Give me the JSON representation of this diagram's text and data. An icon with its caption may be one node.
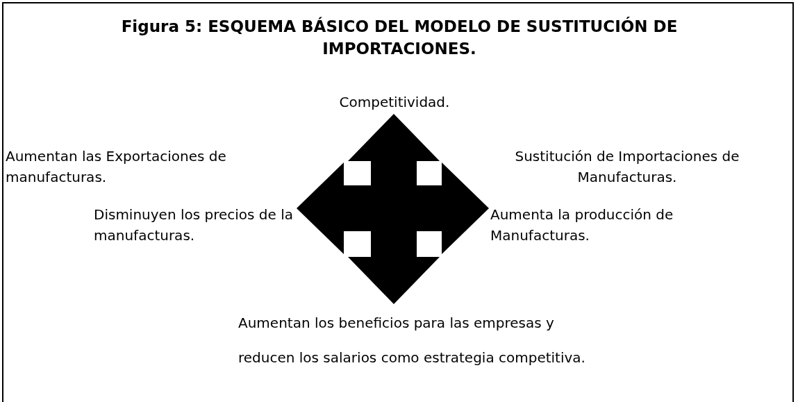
{
  "diagram": {
    "title": "Figura 5: ESQUEMA BÁSICO DEL MODELO DE SUSTITUCIÓN DE IMPORTACIONES.",
    "nodes": [
      {
        "text": [
          "Competitividad."
        ]
      },
      {
        "text": [
          "Disminuyen los precios de la manufacturas."
        ]
      },
      {
        "text": [
          "Aumenta la producción de Manufacturas."
        ]
      },
      {
        "text": [
          "Aumentan los beneficios para las empresas y reducen los salarios como estrategia competitiva."
        ]
      }
    ],
    "edges": [
      {
        "from": null,
        "to": 0,
        "arrow": "to"
      },
      {
        "from": null,
        "to": 1,
        "arrow": "to"
      },
      {
        "from": null,
        "to": 2,
        "arrow": "to"
      },
      {
        "from": null,
        "to": 3,
        "arrow": "to"
      }
    ],
    "labels": [
      "Aumentan las Exportaciones de manufacturas.",
      "Sustitución de Importaciones de Manufacturas."
    ]
  }
}
